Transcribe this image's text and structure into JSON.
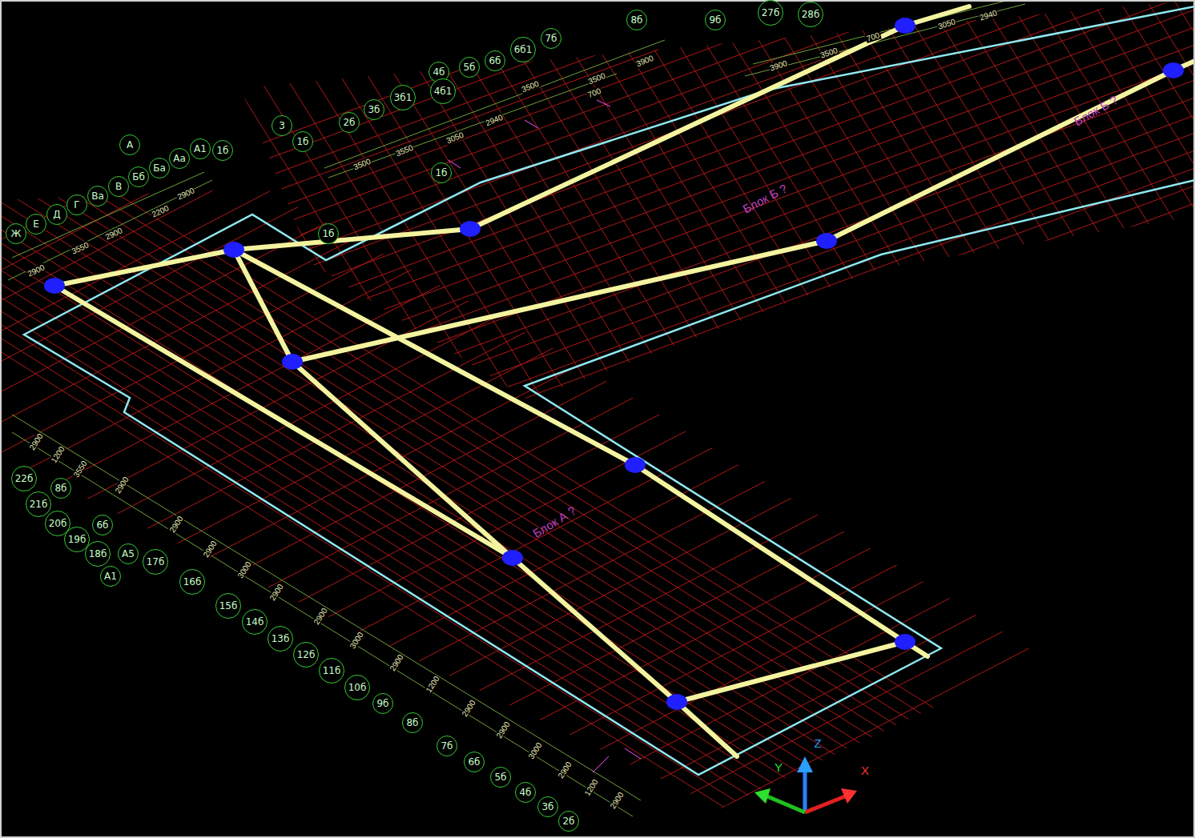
{
  "diagram": {
    "nodes": [
      {
        "text": [
          "Ж"
        ]
      },
      {
        "text": [
          "Е"
        ]
      },
      {
        "text": [
          "Д"
        ]
      },
      {
        "text": [
          "Г"
        ]
      },
      {
        "text": [
          "Ва"
        ]
      },
      {
        "text": [
          "В"
        ]
      },
      {
        "text": [
          "Бб"
        ]
      },
      {
        "text": [
          "Ба"
        ]
      },
      {
        "text": [
          "Аа"
        ]
      },
      {
        "text": [
          "А1"
        ]
      },
      {
        "text": [
          "А"
        ]
      },
      {
        "text": [
          "1б"
        ]
      },
      {
        "text": [
          "3"
        ]
      },
      {
        "text": [
          "1б"
        ]
      },
      {
        "text": [
          "2б"
        ]
      },
      {
        "text": [
          "3б"
        ]
      },
      {
        "text": [
          "3б1"
        ]
      },
      {
        "text": [
          "4б"
        ]
      },
      {
        "text": [
          "4б1"
        ]
      },
      {
        "text": [
          "5б"
        ]
      },
      {
        "text": [
          "6б"
        ]
      },
      {
        "text": [
          "6б1"
        ]
      },
      {
        "text": [
          "7б"
        ]
      },
      {
        "text": [
          "8б"
        ]
      },
      {
        "text": [
          "9б"
        ]
      },
      {
        "text": [
          "1б"
        ]
      },
      {
        "text": [
          "1б"
        ]
      },
      {
        "text": [
          "27б"
        ]
      },
      {
        "text": [
          "28б"
        ]
      },
      {
        "text": [
          "22б"
        ]
      },
      {
        "text": [
          "21б"
        ]
      },
      {
        "text": [
          "8б"
        ]
      },
      {
        "text": [
          "20б"
        ]
      },
      {
        "text": [
          "19б"
        ]
      },
      {
        "text": [
          "6б"
        ]
      },
      {
        "text": [
          "18б"
        ]
      },
      {
        "text": [
          "А1"
        ]
      },
      {
        "text": [
          "А5"
        ]
      },
      {
        "text": [
          "17б"
        ]
      },
      {
        "text": [
          "16б"
        ]
      },
      {
        "text": [
          "15б"
        ]
      },
      {
        "text": [
          "14б"
        ]
      },
      {
        "text": [
          "13б"
        ]
      },
      {
        "text": [
          "12б"
        ]
      },
      {
        "text": [
          "11б"
        ]
      },
      {
        "text": [
          "10б"
        ]
      },
      {
        "text": [
          "9б"
        ]
      },
      {
        "text": [
          "8б"
        ]
      },
      {
        "text": [
          "7б"
        ]
      },
      {
        "text": [
          "6б"
        ]
      },
      {
        "text": [
          "5б"
        ]
      },
      {
        "text": [
          "4б"
        ]
      },
      {
        "text": [
          "3б"
        ]
      },
      {
        "text": [
          "2б"
        ]
      }
    ],
    "labels": [
      "2900",
      "3550",
      "2900",
      "2200",
      "2900",
      "3500",
      "3550",
      "3050",
      "2940",
      "3500",
      "3500",
      "700",
      "3900",
      "3900",
      "3500",
      "700",
      "3050",
      "2940",
      "2900",
      "1200",
      "3550",
      "2900",
      "2900",
      "2900",
      "3000",
      "2900",
      "2900",
      "3000",
      "2900",
      "1200",
      "2900",
      "2900",
      "3000",
      "2900",
      "1200",
      "2900",
      "Блок Б ?",
      "Блок А ?",
      "Блок Б ?",
      "Z",
      "Y",
      "X"
    ]
  }
}
